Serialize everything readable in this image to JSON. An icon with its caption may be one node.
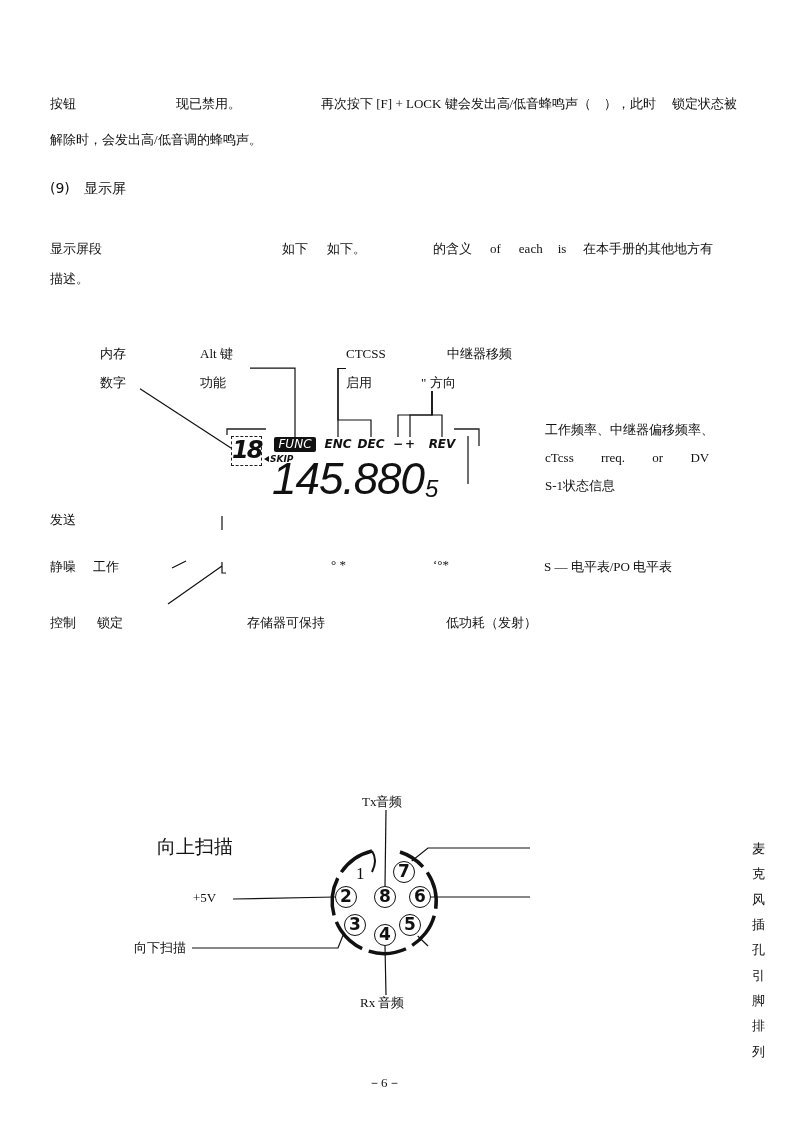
{
  "diagram": {
    "nodes": [
      {
        "text": [
          "内存",
          "数字"
        ]
      },
      {
        "text": [
          "Alt 键",
          "功能"
        ]
      },
      {
        "text": [
          "CTCSS",
          "启用"
        ]
      },
      {
        "text": [
          "中继器移频",
          "\" 方向"
        ]
      },
      {
        "text": [],
        "shape": "box"
      },
      {
        "text": [
          "18"
        ],
        "in": 4
      },
      {
        "text": [
          "FUNC"
        ],
        "in": 4
      },
      {
        "text": [
          "ENC"
        ],
        "in": 4
      },
      {
        "text": [
          "DEC"
        ],
        "in": 4
      },
      {
        "text": [
          "−"
        ],
        "in": 4
      },
      {
        "text": [
          "+"
        ],
        "in": 4
      },
      {
        "text": [
          "REV"
        ],
        "in": 4
      },
      {
        "text": [
          "SKIP"
        ],
        "in": 4
      },
      {
        "text": [
          "145.880",
          "5"
        ],
        "in": 4
      },
      {
        "text": [
          "7"
        ]
      },
      {
        "text": [
          "2"
        ]
      },
      {
        "text": [
          "8"
        ]
      },
      {
        "text": [
          "6"
        ]
      },
      {
        "text": [
          "3"
        ]
      },
      {
        "text": [
          "5"
        ]
      },
      {
        "text": [
          "4"
        ]
      },
      {
        "text": [
          "Tx音频"
        ]
      },
      {
        "text": [
          "Rx 音频"
        ]
      },
      {
        "text": [
          "+5V"
        ]
      },
      {
        "text": [
          "向下扫描"
        ]
      }
    ],
    "edges": [
      {
        "from": 0,
        "to": 5,
        "arrow": "none"
      },
      {
        "from": 1,
        "to": 6,
        "arrow": "none"
      },
      {
        "from": 2,
        "to": 7,
        "arrow": "none"
      },
      {
        "from": 2,
        "to": 8,
        "arrow": "none"
      },
      {
        "from": 3,
        "to": 9,
        "arrow": "none"
      },
      {
        "from": 3,
        "to": 10,
        "arrow": "none"
      },
      {
        "from": 3,
        "to": 11,
        "arrow": "none"
      },
      {
        "from": 21,
        "to": 16,
        "arrow": "none"
      },
      {
        "from": 22,
        "to": 20,
        "arrow": "none"
      },
      {
        "from": 23,
        "to": 15,
        "arrow": "none"
      },
      {
        "from": 24,
        "to": 18,
        "arrow": "none"
      },
      {
        "from": 14,
        "to": null,
        "arrow": "none"
      },
      {
        "from": 17,
        "to": null,
        "arrow": "none"
      },
      {
        "from": 19,
        "to": null,
        "arrow": "none"
      }
    ],
    "labels": [
      "按钮",
      "现已禁用。",
      "再次按下 [F] + LOCK 键会发出高/低音蜂鸣声（　），此时",
      "锁定状态被解除时，会发出高/低音调的蜂鸣声。",
      "(9)　显示屏",
      "显示屏段",
      "如下",
      "如下。",
      "的含义",
      "of",
      "each",
      "is",
      "在本手册的其他地方有描述。",
      "工作频率、中继器偏移频率、 cTcss rreq. or DV S-1状态信息",
      "发送",
      "静噪",
      "工作",
      "° *",
      "‘°*",
      "S — 电平表/PO 电平表",
      "控制",
      "锁定",
      "存储器可保持",
      "低功耗（发射）",
      "向上扫描",
      "1",
      "麦克风插孔引脚排列",
      "－6－"
    ]
  }
}
